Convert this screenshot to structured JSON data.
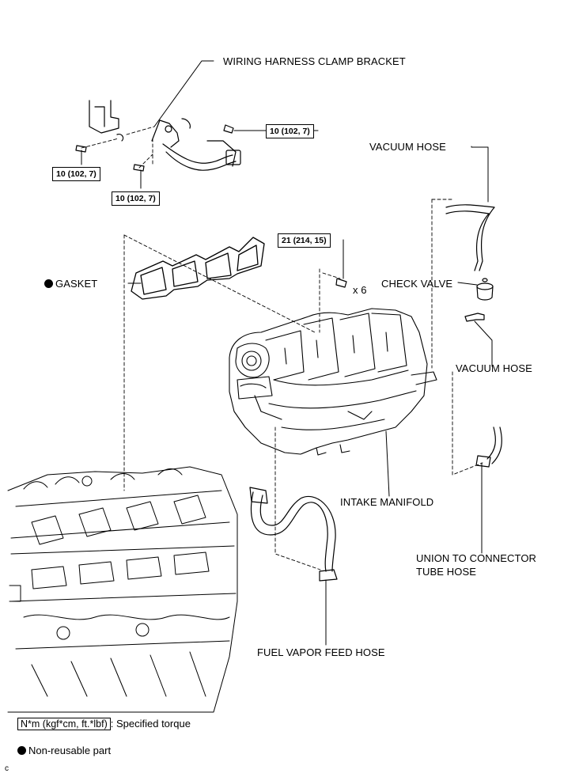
{
  "labels": {
    "wiring_harness_clamp_bracket": "WIRING HARNESS CLAMP BRACKET",
    "vacuum_hose_top": "VACUUM HOSE",
    "gasket": "GASKET",
    "check_valve": "CHECK VALVE",
    "bolt_count": "x 6",
    "vacuum_hose_lower": "VACUUM HOSE",
    "intake_manifold": "INTAKE MANIFOLD",
    "union_line1": "UNION TO CONNECTOR",
    "union_line2": "TUBE HOSE",
    "fuel_vapor_feed_hose": "FUEL VAPOR FEED HOSE"
  },
  "torques": {
    "bracket_bolt_right": "10 (102, 7)",
    "bracket_bolt_left": "10 (102, 7)",
    "bracket_bolt_lower": "10 (102, 7)",
    "manifold_bolts": "21 (214, 15)"
  },
  "legend": {
    "torque_symbol": "N*m (kgf*cm, ft.*lbf)",
    "torque_text": ": Specified torque",
    "nonreusable_text": "Non-reusable part"
  },
  "corner_mark": "c"
}
